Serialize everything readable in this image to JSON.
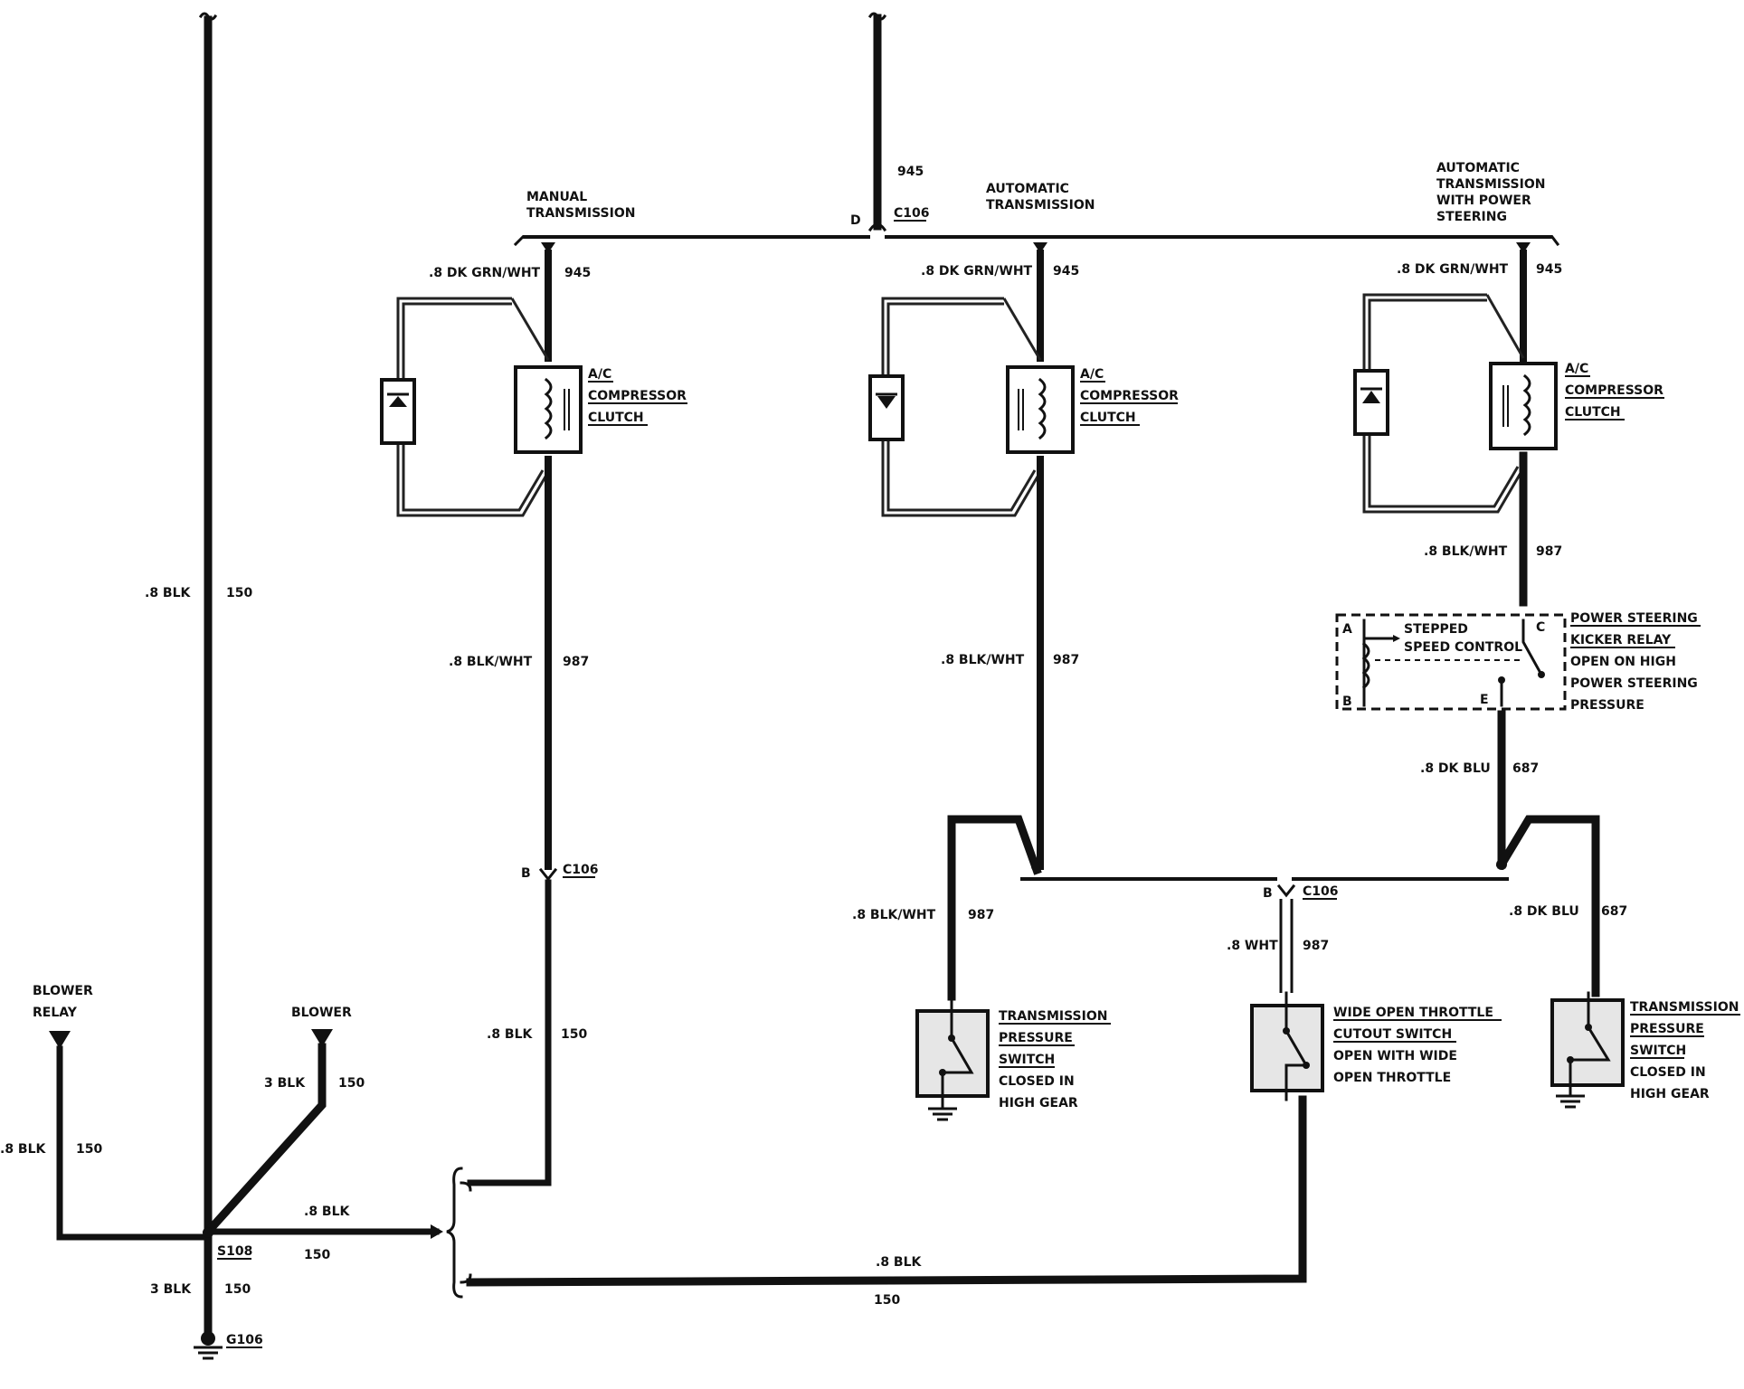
{
  "sections": {
    "manual": [
      "MANUAL",
      "TRANSMISSION"
    ],
    "automatic": [
      "AUTOMATIC",
      "TRANSMISSION"
    ],
    "automatic_ps": [
      "AUTOMATIC",
      "TRANSMISSION",
      "WITH POWER",
      "STEERING"
    ]
  },
  "top_feed": {
    "circuit": "945",
    "pin": "D",
    "connector": "C106"
  },
  "branches": {
    "manual": {
      "feed_wire": ".8 DK GRN/WHT",
      "feed_circuit": "945",
      "return_wire": ".8 BLK/WHT",
      "return_circuit": "987",
      "pin": "B",
      "connector": "C106",
      "ground_wire": ".8 BLK",
      "ground_circuit": "150"
    },
    "automatic": {
      "feed_wire": ".8 DK GRN/WHT",
      "feed_circuit": "945",
      "return_wire": ".8 BLK/WHT",
      "return_circuit": "987"
    },
    "automatic_ps": {
      "feed_wire": ".8 DK GRN/WHT",
      "feed_circuit": "945",
      "return_wire": ".8 BLK/WHT",
      "return_circuit": "987",
      "relay_out_wire": ".8 DK BLU",
      "relay_out_circuit": "687"
    }
  },
  "compressor_clutch": [
    "A/C",
    "COMPRESSOR",
    "CLUTCH"
  ],
  "relay": {
    "label": [
      "POWER STEERING",
      "KICKER RELAY",
      "OPEN ON HIGH",
      "POWER STEERING",
      "PRESSURE"
    ],
    "inner_label": [
      "STEPPED",
      "SPEED CONTROL"
    ],
    "pins": {
      "a": "A",
      "b": "B",
      "c": "C",
      "e": "E"
    }
  },
  "switches": {
    "trans_pressure_left": {
      "title": [
        "TRANSMISSION",
        "PRESSURE",
        "SWITCH"
      ],
      "note": [
        "CLOSED IN",
        "HIGH GEAR"
      ],
      "wire": ".8 BLK/WHT",
      "circuit": "987"
    },
    "wot_cutout": {
      "title": [
        "WIDE OPEN THROTTLE",
        "CUTOUT SWITCH"
      ],
      "note": [
        "OPEN WITH WIDE",
        "OPEN THROTTLE"
      ],
      "wire": ".8 WHT",
      "circuit": "987",
      "pin": "B",
      "connector": "C106"
    },
    "trans_pressure_right": {
      "title": [
        "TRANSMISSION",
        "PRESSURE",
        "SWITCH"
      ],
      "note": [
        "CLOSED IN",
        "HIGH GEAR"
      ],
      "wire": ".8 DK BLU",
      "circuit": "687"
    }
  },
  "ground_network": {
    "main_wire": ".8 BLK",
    "main_circuit": "150",
    "blower_relay": [
      "BLOWER",
      "RELAY"
    ],
    "blower_relay_wire": ".8 BLK",
    "blower_relay_circuit": "150",
    "blower": "BLOWER",
    "blower_wire": "3 BLK",
    "blower_circuit": "150",
    "splice": "S108",
    "splice_out_wire": ".8 BLK",
    "splice_out_circuit": "150",
    "ground_wire": "3 BLK",
    "ground_circuit": "150",
    "ground": "G106",
    "bottom_wire": ".8 BLK",
    "bottom_circuit": "150"
  }
}
